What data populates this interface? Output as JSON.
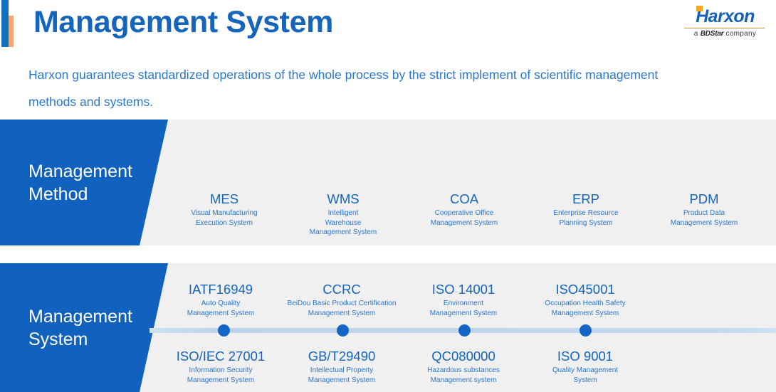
{
  "header": {
    "title": "Management System",
    "logo": {
      "wordmark": "Harxon",
      "tagline_prefix": "a ",
      "tagline_brand": "BDStar",
      "tagline_suffix": " company"
    }
  },
  "intro": {
    "text": "Harxon guarantees standardized operations of the whole process by the strict implement of scientific management methods and systems."
  },
  "colors": {
    "brand_blue": "#1162bf",
    "title_blue": "#1565bd",
    "accent_orange": "#f2a977",
    "band_bg": "#f0f0f0",
    "line_blue": "#c3d7ee",
    "dot_blue": "#1565c8"
  },
  "bands": [
    {
      "label_line1": "Management",
      "label_line2": "Method",
      "items": [
        {
          "title": "MES",
          "desc": [
            "Visual Manufacturing",
            "Execution System"
          ]
        },
        {
          "title": "WMS",
          "desc": [
            "Intelligent",
            "Warehouse",
            "Management System"
          ]
        },
        {
          "title": "COA",
          "desc": [
            "Cooperative Office",
            "Management System"
          ]
        },
        {
          "title": "ERP",
          "desc": [
            "Enterprise Resource",
            "Planning System"
          ]
        },
        {
          "title": "PDM",
          "desc": [
            "Product Data",
            "Management System"
          ]
        }
      ]
    },
    {
      "label_line1": "Management",
      "label_line2": "System",
      "items_above": [
        {
          "title": "IATF16949",
          "desc": [
            "Auto Quality",
            "Management System"
          ]
        },
        {
          "title": "CCRC",
          "desc": [
            "BeiDou Basic Product Certification",
            "Management System"
          ]
        },
        {
          "title": "ISO 14001",
          "desc": [
            "Environment",
            "Management System"
          ]
        },
        {
          "title": "ISO45001",
          "desc": [
            "Occupation Health Safety",
            "Management System"
          ]
        }
      ],
      "items_below": [
        {
          "title": "ISO/IEC 27001",
          "desc": [
            "Information Security",
            "Management System"
          ]
        },
        {
          "title": "GB/T29490",
          "desc": [
            "Intellectual Property",
            "Management System"
          ]
        },
        {
          "title": "QC080000",
          "desc": [
            "Hazardous substances",
            "Management system"
          ]
        },
        {
          "title": "ISO 9001",
          "desc": [
            "Quality Management",
            "System"
          ]
        }
      ]
    }
  ]
}
